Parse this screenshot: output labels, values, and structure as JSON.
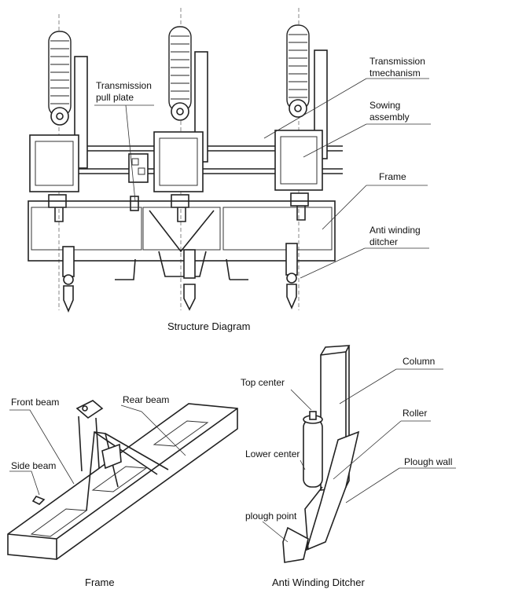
{
  "structure": {
    "caption": "Structure Diagram",
    "labels": {
      "transmission_pull_plate_1": "Transmission",
      "transmission_pull_plate_2": "pull plate",
      "transmission_mechanism_1": "Transmission",
      "transmission_mechanism_2": "tmechanism",
      "sowing_assembly_1": "Sowing",
      "sowing_assembly_2": "assembly",
      "frame": "Frame",
      "anti_winding_ditcher_1": "Anti winding",
      "anti_winding_ditcher_2": "ditcher"
    }
  },
  "frame_view": {
    "caption": "Frame",
    "labels": {
      "front_beam": "Front beam",
      "rear_beam": "Rear beam",
      "side_beam": "Side beam"
    }
  },
  "ditcher_view": {
    "caption": "Anti Winding Ditcher",
    "labels": {
      "column": "Column",
      "top_center": "Top center",
      "roller": "Roller",
      "lower_center": "Lower center",
      "plough_wall": "Plough wall",
      "plough_point": "plough point"
    }
  },
  "colors": {
    "ink": "#222222",
    "background": "#ffffff"
  }
}
